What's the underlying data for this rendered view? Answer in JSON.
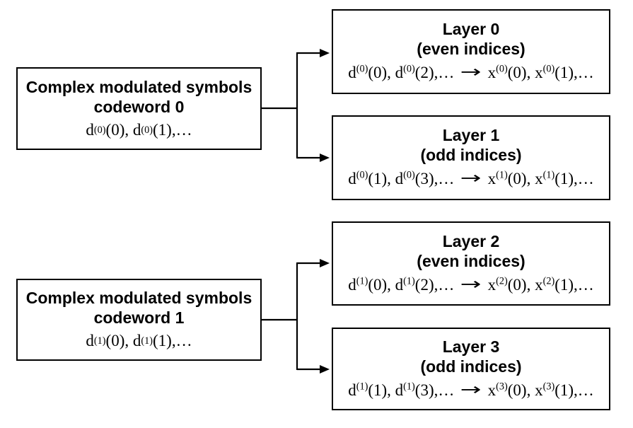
{
  "colors": {
    "background": "#ffffff",
    "line": "#000000",
    "text": "#000000"
  },
  "codewords": [
    {
      "title": "Complex modulated symbols",
      "subtitle": "codeword 0",
      "symbols": "d^(0)(0), d^(0)(1),…"
    },
    {
      "title": "Complex modulated symbols",
      "subtitle": "codeword 1",
      "symbols": "d^(1)(0), d^(1)(1),…"
    }
  ],
  "layers": [
    {
      "title": "Layer 0",
      "subtitle": "(even indices)",
      "input_symbols": "d^(0)(0), d^(0)(2),…",
      "arrow": "→",
      "output_symbols": "x^(0)(0), x^(0)(1),…"
    },
    {
      "title": "Layer 1",
      "subtitle": "(odd indices)",
      "input_symbols": "d^(0)(1), d^(0)(3),…",
      "arrow": "→",
      "output_symbols": "x^(1)(0), x^(1)(1),…"
    },
    {
      "title": "Layer 2",
      "subtitle": "(even indices)",
      "input_symbols": "d^(1)(0), d^(1)(2),…",
      "arrow": "→",
      "output_symbols": "x^(2)(0), x^(2)(1),…"
    },
    {
      "title": "Layer 3",
      "subtitle": "(odd indices)",
      "input_symbols": "d^(1)(1), d^(1)(3),…",
      "arrow": "→",
      "output_symbols": "x^(3)(0), x^(3)(1),…"
    }
  ]
}
